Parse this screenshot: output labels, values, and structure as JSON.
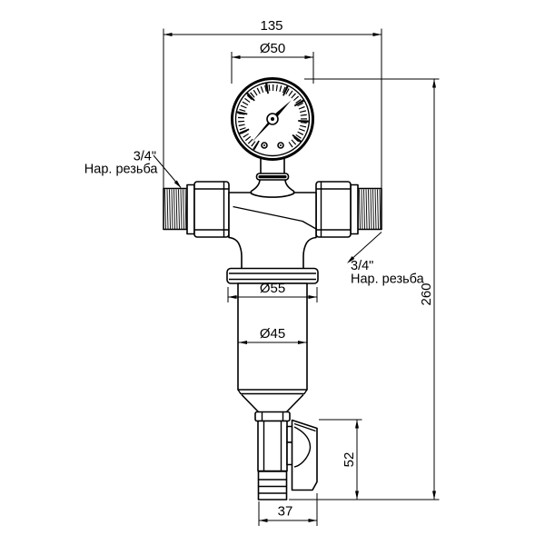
{
  "dims": {
    "overall_width": "135",
    "gauge_diameter": "Ø50",
    "collar_diameter": "Ø55",
    "bowl_diameter": "Ø45",
    "overall_height": "260",
    "drain_height": "52",
    "drain_spout_width": "37"
  },
  "labels": {
    "left": {
      "size": "3/4\"",
      "type": "Нар. резьба"
    },
    "right": {
      "size": "3/4\"",
      "type": "Нар. резьба"
    }
  },
  "colors": {
    "line": "#000000",
    "background": "#ffffff"
  }
}
